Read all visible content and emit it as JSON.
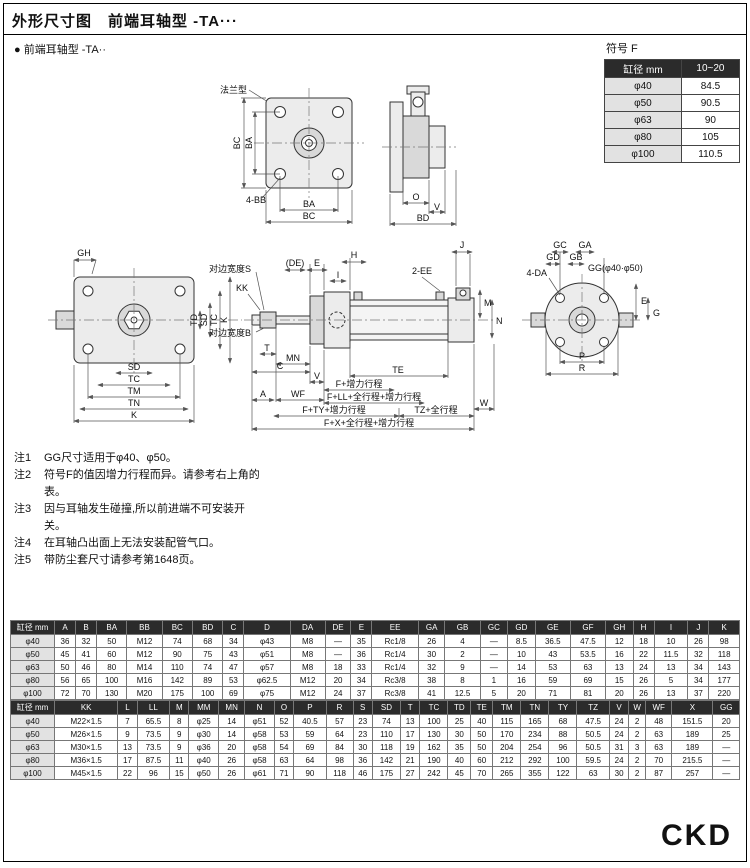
{
  "header": {
    "title": "外形尺寸图　前端耳轴型  -TA···",
    "subtitle": "● 前端耳轴型  -TA··"
  },
  "f_table": {
    "title": "符号 F",
    "headers": [
      "缸径 mm",
      "10~20"
    ],
    "rows": [
      [
        "φ40",
        "84.5"
      ],
      [
        "φ50",
        "90.5"
      ],
      [
        "φ63",
        "90"
      ],
      [
        "φ80",
        "105"
      ],
      [
        "φ100",
        "110.5"
      ]
    ]
  },
  "drawing": {
    "flange_type": "法兰型",
    "top_front": {
      "bc_side": "BC",
      "ba_side": "BA",
      "bb": "4-BB",
      "ba": "BA",
      "bc": "BC"
    },
    "top_side": {
      "o": "O",
      "v": "V",
      "bd": "BD"
    },
    "left_view": {
      "gh": "GH",
      "td_v": "TD",
      "sd_v": "SD",
      "tc_v": "TC",
      "k_v": "K",
      "sd": "SD",
      "tc": "TC",
      "tm": "TM",
      "tn": "TN",
      "k": "K"
    },
    "side_view": {
      "de": "(DE)",
      "e": "E",
      "h": "H",
      "i": "I",
      "j": "J",
      "m": "M",
      "n": "N",
      "kk": "KK",
      "flats_s": "对边宽度S",
      "flats_b": "对边宽度B",
      "t": "T",
      "mn": "MN",
      "c": "C",
      "v": "V",
      "a": "A",
      "wf": "WF",
      "te": "TE",
      "ee": "2-EE",
      "w": "W",
      "f1": "F+增力行程",
      "f2": "F+LL+全行程+增力行程",
      "f3": "F+TY+增力行程",
      "f4": "TZ+全行程",
      "f5": "F+X+全行程+增力行程"
    },
    "end_view": {
      "gc": "GC",
      "ga": "GA",
      "gd": "GD",
      "gb": "GB",
      "gg": "GG(φ40·φ50)",
      "da": "4-DA",
      "p": "P",
      "r": "R",
      "e": "E",
      "g": "G"
    }
  },
  "notes": [
    {
      "tag": "注1",
      "text": "GG尺寸适用于φ40、φ50。"
    },
    {
      "tag": "注2",
      "text": "符号F的值因增力行程而异。请参考右上角的表。"
    },
    {
      "tag": "注3",
      "text": "因与耳轴发生碰撞,所以前进端不可安装开关。"
    },
    {
      "tag": "注4",
      "text": "在耳轴凸出面上无法安装配管气口。"
    },
    {
      "tag": "注5",
      "text": "带防尘套尺寸请参考第1648页。"
    }
  ],
  "table1": {
    "headers": [
      "缸径 mm",
      "A",
      "B",
      "BA",
      "BB",
      "BC",
      "BD",
      "C",
      "D",
      "DA",
      "DE",
      "E",
      "EE",
      "GA",
      "GB",
      "GC",
      "GD",
      "GE",
      "GF",
      "GH",
      "H",
      "I",
      "J",
      "K"
    ],
    "rows": [
      [
        "φ40",
        "36",
        "32",
        "50",
        "M12",
        "74",
        "68",
        "34",
        "φ43",
        "M8",
        "—",
        "35",
        "Rc1/8",
        "26",
        "4",
        "—",
        "8.5",
        "36.5",
        "47.5",
        "12",
        "18",
        "10",
        "26",
        "98"
      ],
      [
        "φ50",
        "45",
        "41",
        "60",
        "M12",
        "90",
        "75",
        "43",
        "φ51",
        "M8",
        "—",
        "36",
        "Rc1/4",
        "30",
        "2",
        "—",
        "10",
        "43",
        "53.5",
        "16",
        "22",
        "11.5",
        "32",
        "118"
      ],
      [
        "φ63",
        "50",
        "46",
        "80",
        "M14",
        "110",
        "74",
        "47",
        "φ57",
        "M8",
        "18",
        "33",
        "Rc1/4",
        "32",
        "9",
        "—",
        "14",
        "53",
        "63",
        "13",
        "24",
        "13",
        "34",
        "143"
      ],
      [
        "φ80",
        "56",
        "65",
        "100",
        "M16",
        "142",
        "89",
        "53",
        "φ62.5",
        "M12",
        "20",
        "34",
        "Rc3/8",
        "38",
        "8",
        "1",
        "16",
        "59",
        "69",
        "15",
        "26",
        "5",
        "34",
        "177"
      ],
      [
        "φ100",
        "72",
        "70",
        "130",
        "M20",
        "175",
        "100",
        "69",
        "φ75",
        "M12",
        "24",
        "37",
        "Rc3/8",
        "41",
        "12.5",
        "5",
        "20",
        "71",
        "81",
        "20",
        "26",
        "13",
        "37",
        "220"
      ]
    ]
  },
  "table2": {
    "headers": [
      "缸径 mm",
      "KK",
      "L",
      "LL",
      "M",
      "MM",
      "MN",
      "N",
      "O",
      "P",
      "R",
      "S",
      "SD",
      "T",
      "TC",
      "TD",
      "TE",
      "TM",
      "TN",
      "TY",
      "TZ",
      "V",
      "W",
      "WF",
      "X",
      "GG"
    ],
    "rows": [
      [
        "φ40",
        "M22×1.5",
        "7",
        "65.5",
        "8",
        "φ25",
        "14",
        "φ51",
        "52",
        "40.5",
        "57",
        "23",
        "74",
        "13",
        "100",
        "25",
        "40",
        "115",
        "165",
        "68",
        "47.5",
        "24",
        "2",
        "48",
        "151.5",
        "20"
      ],
      [
        "φ50",
        "M26×1.5",
        "9",
        "73.5",
        "9",
        "φ30",
        "14",
        "φ58",
        "53",
        "59",
        "64",
        "23",
        "110",
        "17",
        "130",
        "30",
        "50",
        "170",
        "234",
        "88",
        "50.5",
        "24",
        "2",
        "63",
        "189",
        "25"
      ],
      [
        "φ63",
        "M30×1.5",
        "13",
        "73.5",
        "9",
        "φ36",
        "20",
        "φ58",
        "54",
        "69",
        "84",
        "30",
        "118",
        "19",
        "162",
        "35",
        "50",
        "204",
        "254",
        "96",
        "50.5",
        "31",
        "3",
        "63",
        "189",
        "—"
      ],
      [
        "φ80",
        "M36×1.5",
        "17",
        "87.5",
        "11",
        "φ40",
        "26",
        "φ58",
        "63",
        "64",
        "98",
        "36",
        "142",
        "21",
        "190",
        "40",
        "60",
        "212",
        "292",
        "100",
        "59.5",
        "24",
        "2",
        "70",
        "215.5",
        "—"
      ],
      [
        "φ100",
        "M45×1.5",
        "22",
        "96",
        "15",
        "φ50",
        "26",
        "φ61",
        "71",
        "90",
        "118",
        "46",
        "175",
        "27",
        "242",
        "45",
        "70",
        "265",
        "355",
        "122",
        "63",
        "30",
        "2",
        "87",
        "257",
        "—"
      ]
    ]
  },
  "footer": {
    "logo": "CKD"
  }
}
